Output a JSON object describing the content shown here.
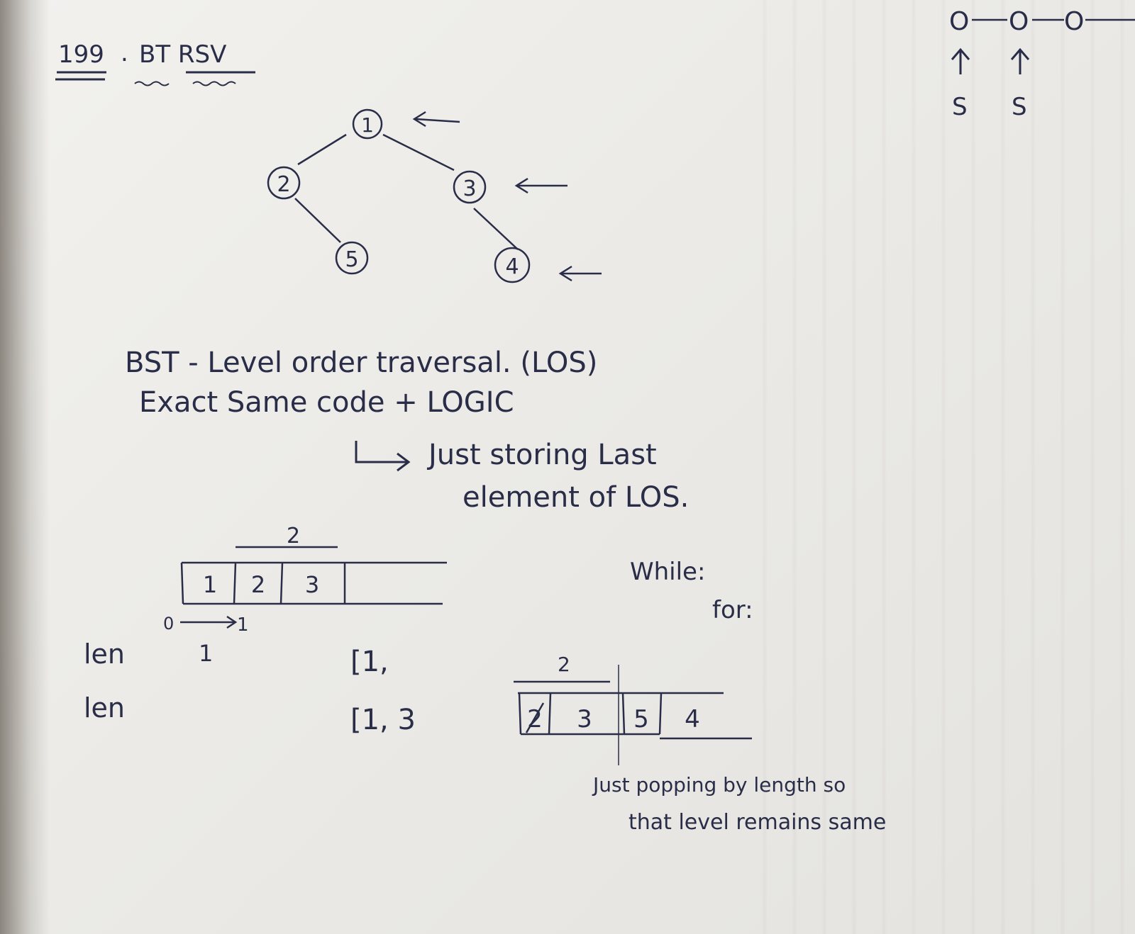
{
  "heading": {
    "number": "199",
    "topic": "BT RSV"
  },
  "pointer_diagram": {
    "nodes": [
      "O",
      "O",
      "O"
    ],
    "pointers": [
      "S",
      "S"
    ]
  },
  "tree": {
    "nodes": [
      "1",
      "2",
      "3",
      "5",
      "4"
    ],
    "edges": [
      [
        "1",
        "2"
      ],
      [
        "1",
        "3"
      ],
      [
        "2",
        "5"
      ],
      [
        "3",
        "4"
      ]
    ],
    "highlighted": [
      "1",
      "3",
      "4"
    ]
  },
  "notes": {
    "line1": "BST - Level order traversal. (LOS)",
    "line2": "Exact Same code + LOGIC",
    "line3": "Just storing Last",
    "line4": "element of LOS."
  },
  "array1": {
    "label_top": "2",
    "cells": [
      "1",
      "2",
      "3"
    ],
    "index_from": "0",
    "index_to": "1"
  },
  "loop": {
    "while_label": "While:",
    "for_label": "for:"
  },
  "table": {
    "rows": [
      {
        "label": "len",
        "value": "1",
        "result": "[1,"
      },
      {
        "label": "len",
        "value": "",
        "result": "[1, 3"
      }
    ]
  },
  "array2": {
    "label_top": "2",
    "cells": [
      "2",
      "3",
      "5",
      "4"
    ]
  },
  "footnote": {
    "line1": "Just popping by length so",
    "line2": "that level remains same"
  }
}
